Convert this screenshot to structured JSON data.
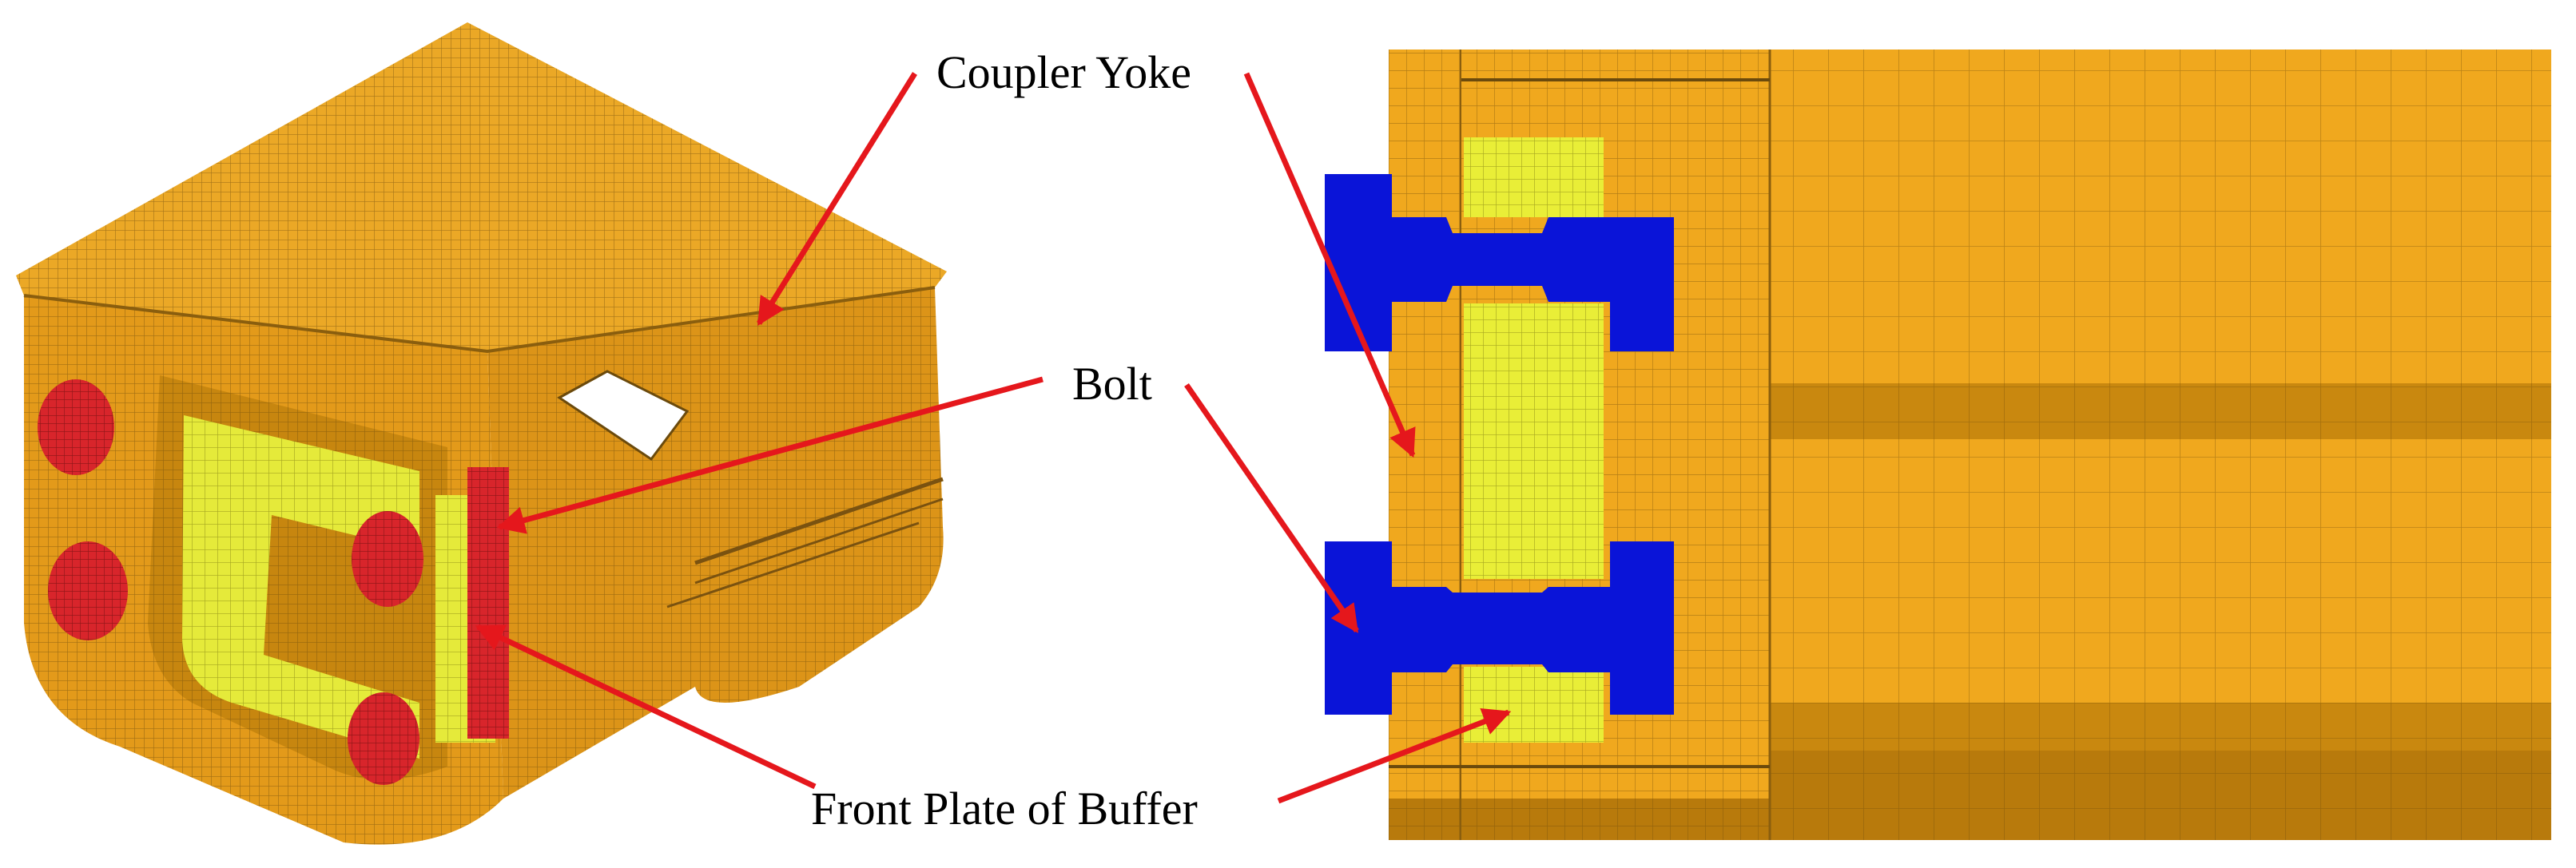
{
  "labels": {
    "coupler_yoke": "Coupler Yoke",
    "bolt": "Bolt",
    "front_plate": "Front Plate of Buffer"
  },
  "colors": {
    "yoke_orange": "#E6A21E",
    "yoke_dark": "#B07812",
    "bolt_red": "#D8252B",
    "plate_yellow": "#E9EE37",
    "section_blue": "#0A14D8",
    "arrow_red": "#E5171C",
    "mesh_line": "#6B4A0C"
  }
}
